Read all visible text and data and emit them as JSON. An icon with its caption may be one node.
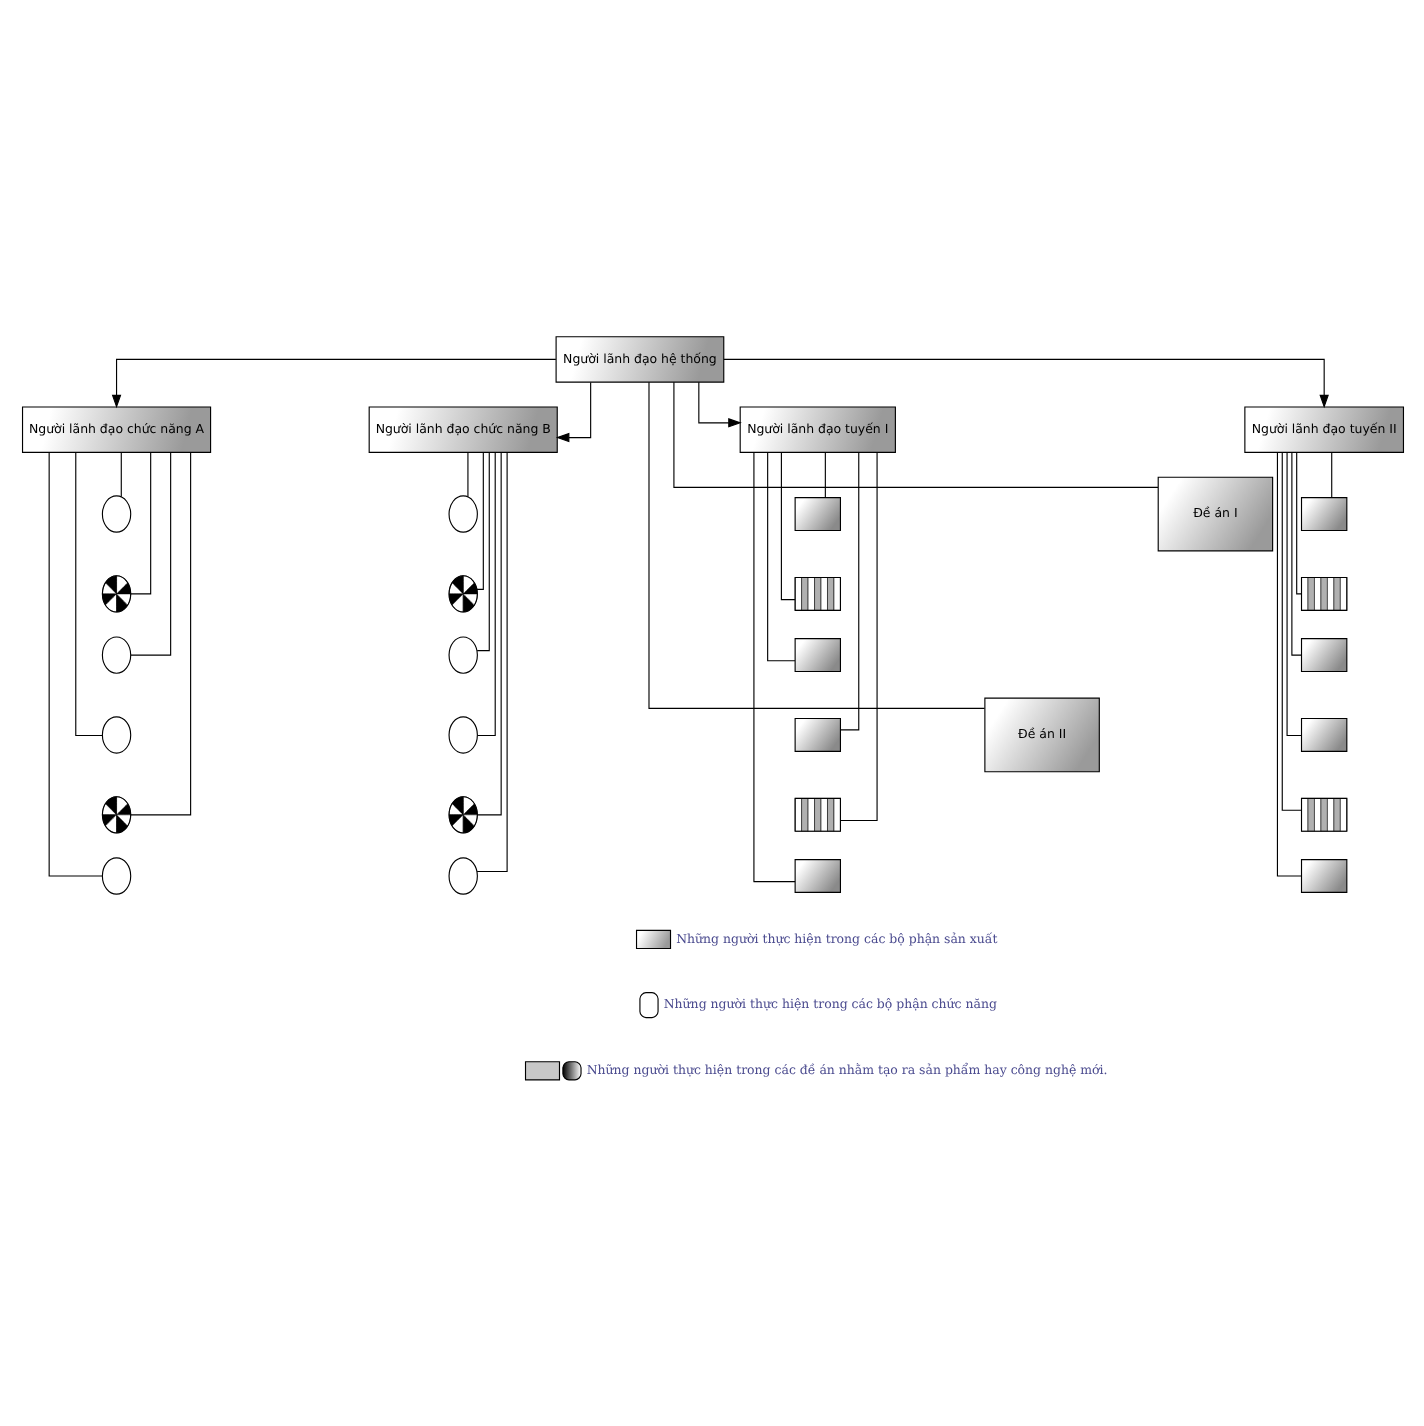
{
  "diagram": {
    "nodes": [
      {
        "text": [
          "Người lãnh đạo hệ thống"
        ]
      },
      {
        "text": [
          "Người lãnh đạo tuyến I"
        ]
      },
      {
        "text": [
          "Người lãnh đạo tuyến II"
        ]
      },
      {
        "text": [
          "Người lãnh đạo chức năng A"
        ]
      },
      {
        "text": [
          "Người lãnh đạo chức năng B"
        ]
      },
      {
        "text": [
          "Đề án I"
        ]
      },
      {
        "text": [
          "Đề án II"
        ]
      },
      {
        "text": [],
        "shape": "box"
      },
      {
        "text": [],
        "shape": "box"
      },
      {
        "text": [],
        "shape": "box"
      },
      {
        "text": [],
        "shape": "box"
      },
      {
        "text": [],
        "shape": "box"
      },
      {
        "text": [],
        "shape": "box"
      },
      {
        "text": [],
        "shape": "box"
      },
      {
        "text": [],
        "shape": "box"
      },
      {
        "text": [],
        "shape": "box"
      },
      {
        "text": [],
        "shape": "box"
      },
      {
        "text": [],
        "shape": "box"
      },
      {
        "text": [],
        "shape": "box"
      },
      {
        "text": [],
        "shape": "circle"
      },
      {
        "text": [],
        "shape": "circle"
      },
      {
        "text": [],
        "shape": "circle"
      },
      {
        "text": [],
        "shape": "circle"
      },
      {
        "text": [],
        "shape": "circle"
      },
      {
        "text": [],
        "shape": "circle"
      },
      {
        "text": [],
        "shape": "circle"
      },
      {
        "text": [],
        "shape": "circle"
      },
      {
        "text": [],
        "shape": "circle"
      },
      {
        "text": [],
        "shape": "circle"
      },
      {
        "text": [],
        "shape": "circle"
      },
      {
        "text": [],
        "shape": "circle"
      }
    ],
    "edges": [
      {
        "from": 0,
        "to": 1,
        "arrow": "to"
      },
      {
        "from": 0,
        "to": 2,
        "arrow": "to"
      },
      {
        "from": 0,
        "to": 3,
        "arrow": "to"
      },
      {
        "from": 0,
        "to": 4,
        "arrow": "to"
      },
      {
        "from": 0,
        "to": 5,
        "arrow": "none"
      },
      {
        "from": 0,
        "to": 6,
        "arrow": "none"
      },
      {
        "from": 1,
        "to": 7,
        "arrow": "none"
      },
      {
        "from": 1,
        "to": 8,
        "arrow": "none"
      },
      {
        "from": 1,
        "to": 9,
        "arrow": "none"
      },
      {
        "from": 1,
        "to": 10,
        "arrow": "none"
      },
      {
        "from": 1,
        "to": 11,
        "arrow": "none"
      },
      {
        "from": 1,
        "to": 12,
        "arrow": "none"
      },
      {
        "from": 2,
        "to": 13,
        "arrow": "none"
      },
      {
        "from": 2,
        "to": 14,
        "arrow": "none"
      },
      {
        "from": 2,
        "to": 15,
        "arrow": "none"
      },
      {
        "from": 2,
        "to": 16,
        "arrow": "none"
      },
      {
        "from": 2,
        "to": 17,
        "arrow": "none"
      },
      {
        "from": 2,
        "to": 18,
        "arrow": "none"
      },
      {
        "from": 3,
        "to": 19,
        "arrow": "none"
      },
      {
        "from": 3,
        "to": 20,
        "arrow": "none"
      },
      {
        "from": 3,
        "to": 21,
        "arrow": "none"
      },
      {
        "from": 3,
        "to": 22,
        "arrow": "none"
      },
      {
        "from": 3,
        "to": 23,
        "arrow": "none"
      },
      {
        "from": 3,
        "to": 24,
        "arrow": "none"
      },
      {
        "from": 4,
        "to": 25,
        "arrow": "none"
      },
      {
        "from": 4,
        "to": 26,
        "arrow": "none"
      },
      {
        "from": 4,
        "to": 27,
        "arrow": "none"
      },
      {
        "from": 4,
        "to": 28,
        "arrow": "none"
      },
      {
        "from": 4,
        "to": 29,
        "arrow": "none"
      },
      {
        "from": 4,
        "to": 30,
        "arrow": "none"
      }
    ],
    "legend": [
      {
        "text": "Những người thực hiện trong các bộ phận sản xuất"
      },
      {
        "text": "Những người thực hiện trong các bộ phận chức năng"
      },
      {
        "text": "Những người thực hiện trong các đề án nhằm tạo ra sản phẩm hay công nghệ mới."
      }
    ]
  }
}
